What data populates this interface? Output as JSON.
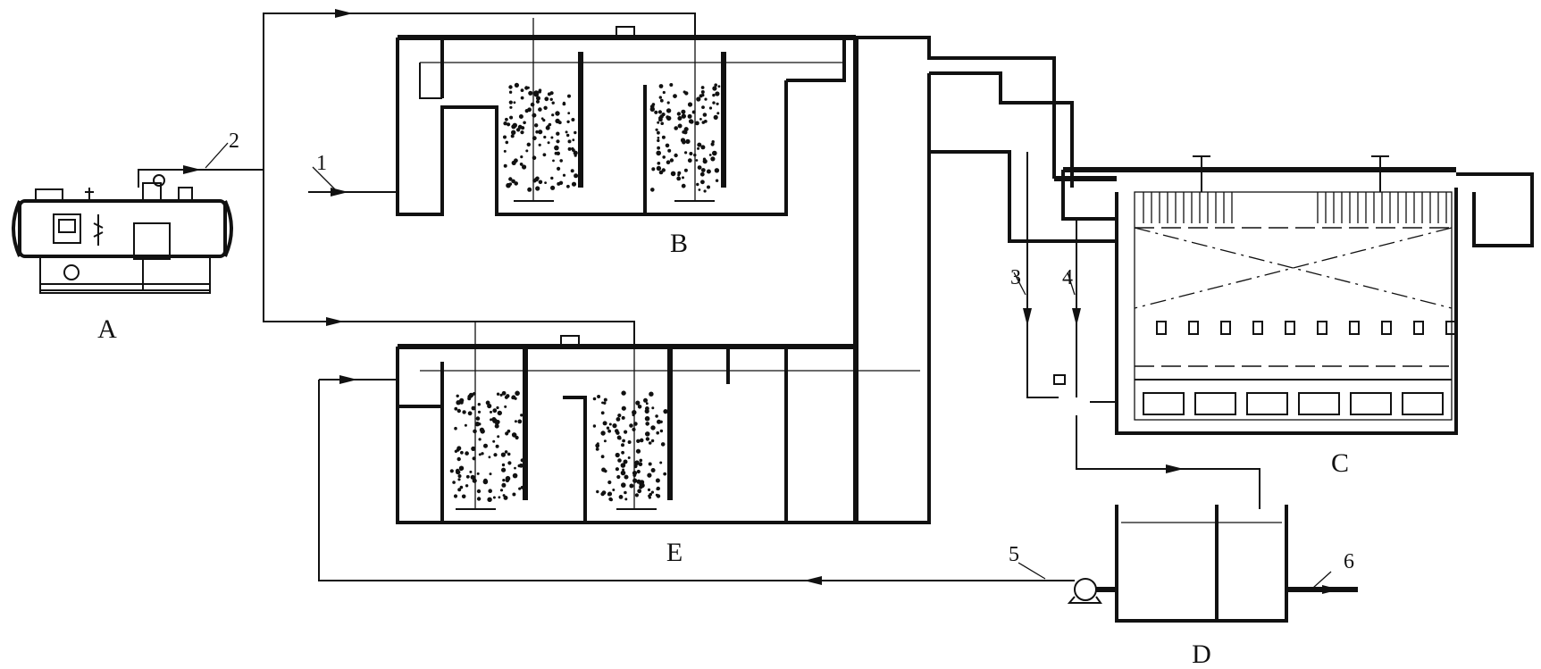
{
  "labels": {
    "A": "A",
    "B": "B",
    "C": "C",
    "D": "D",
    "E": "E"
  },
  "callouts": {
    "n1": "1",
    "n2": "2",
    "n3": "3",
    "n4": "4",
    "n5": "5",
    "n6": "6"
  }
}
